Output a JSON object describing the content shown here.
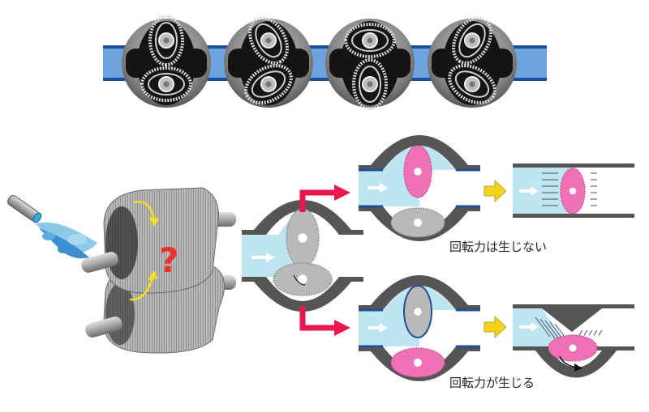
{
  "diagram": {
    "title_strip": {
      "description": "Oval gear rotation sequence",
      "frames": 4
    },
    "rollers": {
      "question_mark": "?"
    },
    "states": {
      "no_torque": {
        "caption": "回転力は生じない"
      },
      "torque": {
        "caption": "回転力が生じる"
      }
    },
    "colors": {
      "pipe_blue": "#6fa3e0",
      "pipe_dark": "#1f4f9a",
      "fluid": "#bfe6f0",
      "housing": "#555555",
      "gear_pink": "#ef72b8",
      "gear_gray": "#b9b9b9",
      "red_arrow": "#e8174d",
      "yellow_arrow": "#f3d21a",
      "question": "#e8342a"
    }
  }
}
